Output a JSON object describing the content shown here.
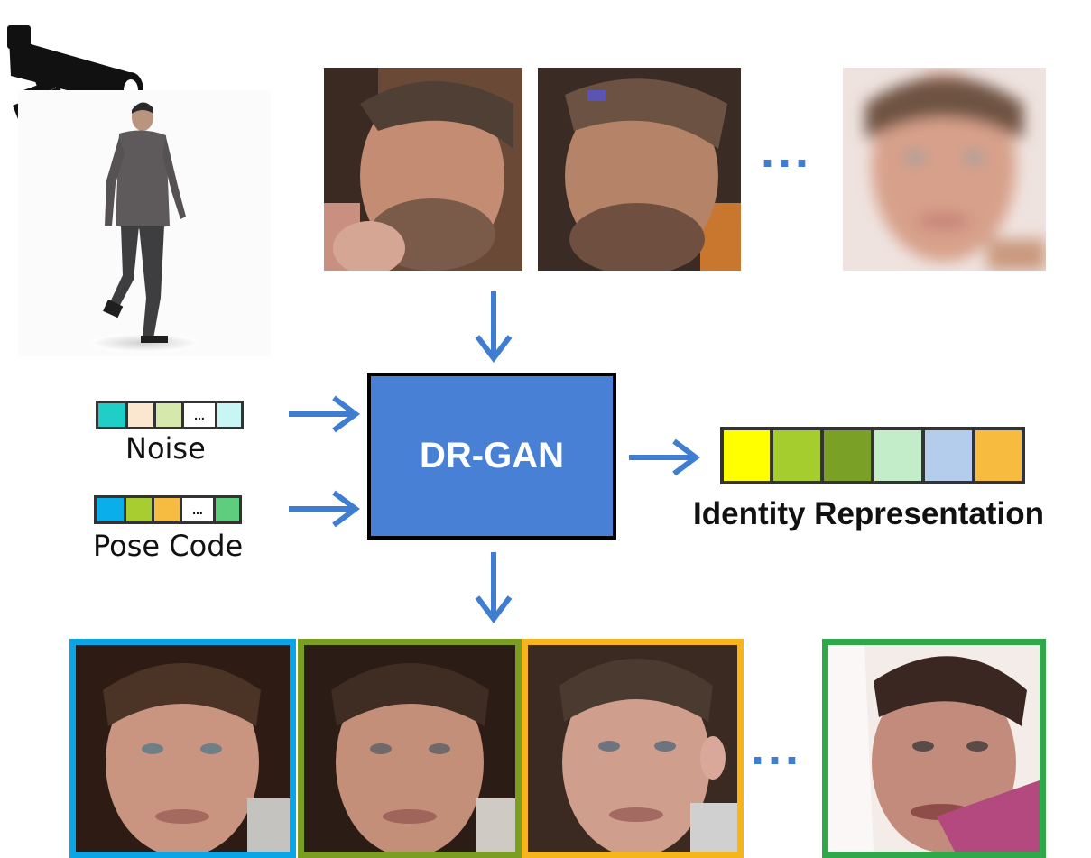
{
  "model": {
    "label": "DR-GAN"
  },
  "inputs": {
    "noise": {
      "label": "Noise",
      "ellipsis": "...",
      "colors": [
        "#1fcfc7",
        "#fbe7d0",
        "#d7e8ad",
        "#ffffff",
        "#c8f6f5"
      ]
    },
    "pose_code": {
      "label": "Pose Code",
      "ellipsis": "...",
      "colors": [
        "#0aaeea",
        "#a7cd30",
        "#f6bc41",
        "#ffffff",
        "#5fcd7e"
      ]
    }
  },
  "output": {
    "label": "Identity Representation",
    "colors": [
      "#ffff00",
      "#a5cd2d",
      "#7aa025",
      "#c3ecc8",
      "#b5cdec",
      "#f6bb3f"
    ]
  },
  "input_images": {
    "ellipsis": "..."
  },
  "generated_images": {
    "ellipsis": "...",
    "frame_colors": [
      "#0aa5e6",
      "#7a9e1f",
      "#f6b51b",
      "#2fa84a"
    ]
  },
  "colors": {
    "arrow": "#3f7dd3",
    "model_box": "#4780d4",
    "model_border": "#000000"
  }
}
